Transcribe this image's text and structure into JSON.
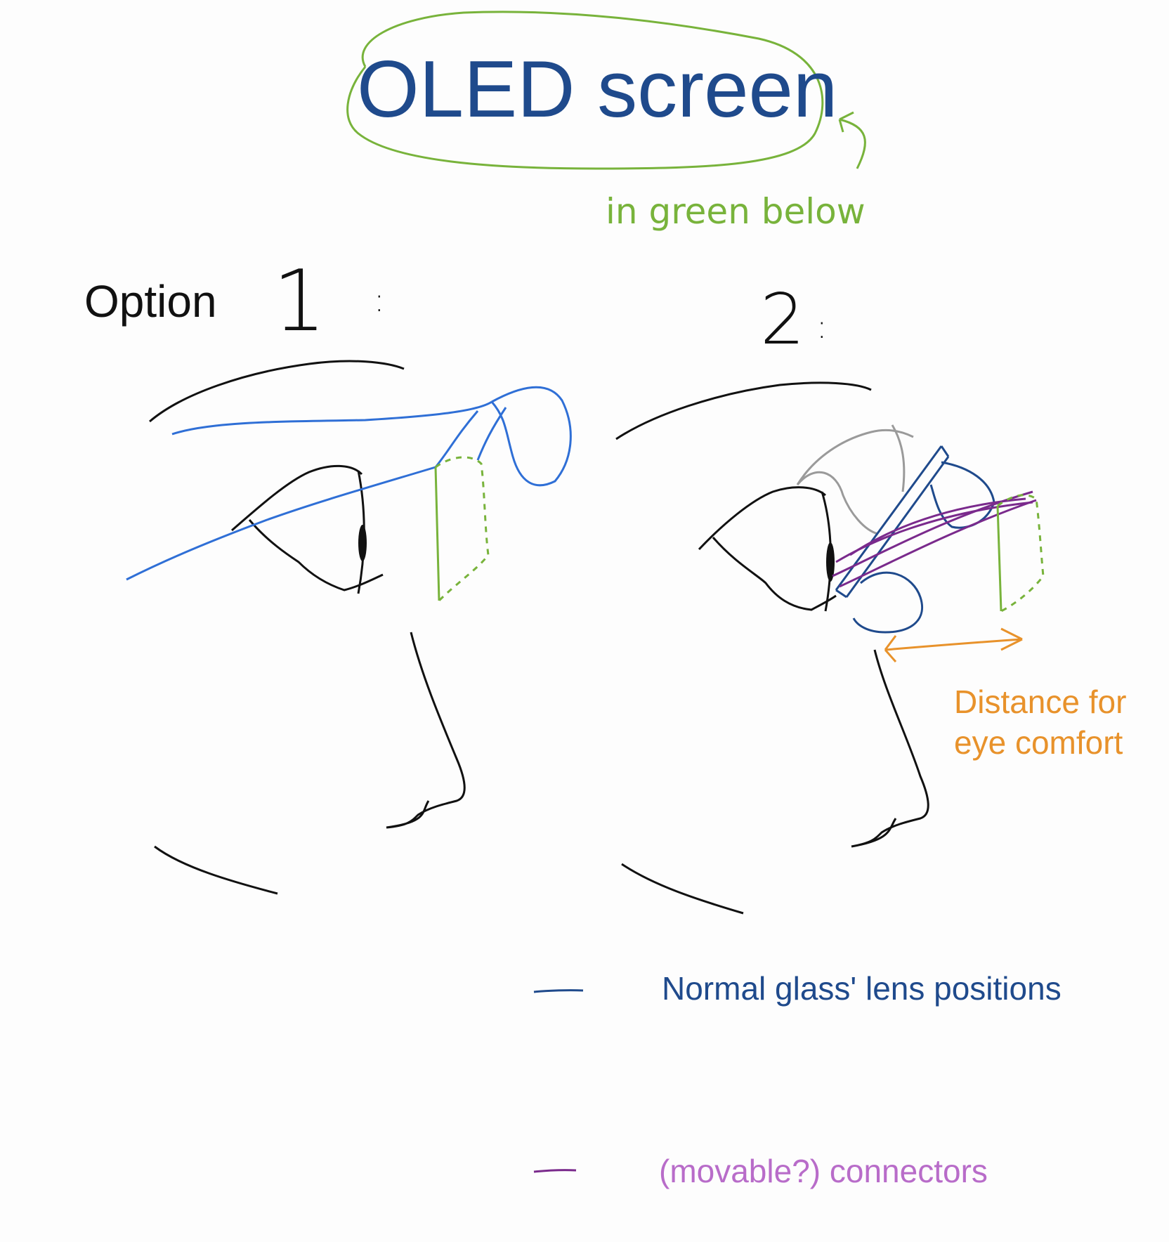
{
  "title": "OLED screen",
  "title_note": "in green below",
  "option_label": "Option",
  "options": [
    {
      "number": "1",
      "suffix": ":"
    },
    {
      "number": "2",
      "suffix": ":"
    }
  ],
  "annotation": {
    "line1": "Distance for",
    "line2": "eye comfort"
  },
  "legend": [
    {
      "text": "Normal glass' lens positions",
      "color": "#1f4a8c"
    },
    {
      "text": "(movable?) connectors",
      "color": "#b86cc9"
    }
  ],
  "colors": {
    "oled_green": "#78b33b",
    "lens_blue": "#2f6fd6",
    "dark_blue": "#1f4a8c",
    "connector_purple": "#7a2a8c",
    "comfort_orange": "#e8922b",
    "outline_black": "#111111",
    "gray": "#9a9a9a"
  }
}
